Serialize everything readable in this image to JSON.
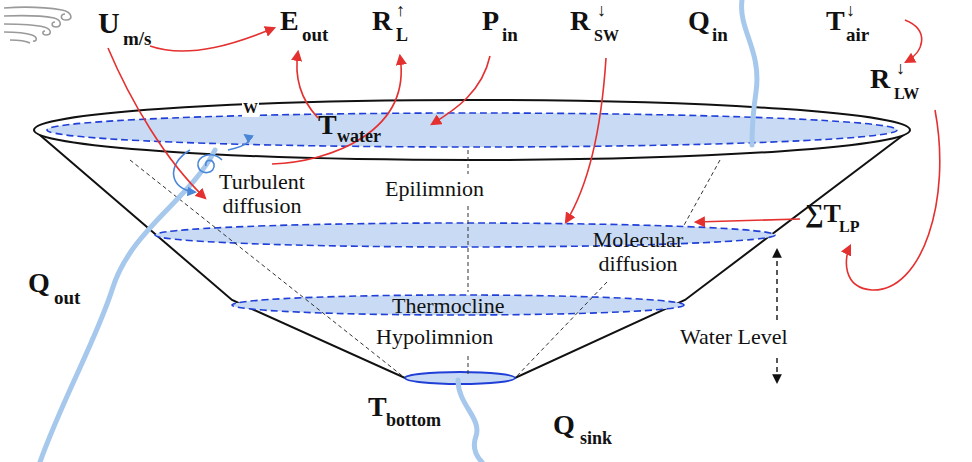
{
  "diagram": {
    "labels": [
      "U",
      "m/s",
      "E",
      "out",
      "R",
      "L",
      "↑",
      "P",
      "in",
      "R",
      "SW",
      "↓",
      "Q",
      "in",
      "T",
      "air",
      "↓",
      "R",
      "LW",
      "↓",
      "T",
      "water",
      "W",
      "Turbulent diffusion",
      "Epilimnion",
      "Molecular diffusion",
      "Thermocline",
      "Hypolimnion",
      "Water Level",
      "∑T",
      "LP",
      "Q",
      "out",
      "T",
      "bottom",
      "Q",
      "sink"
    ]
  }
}
